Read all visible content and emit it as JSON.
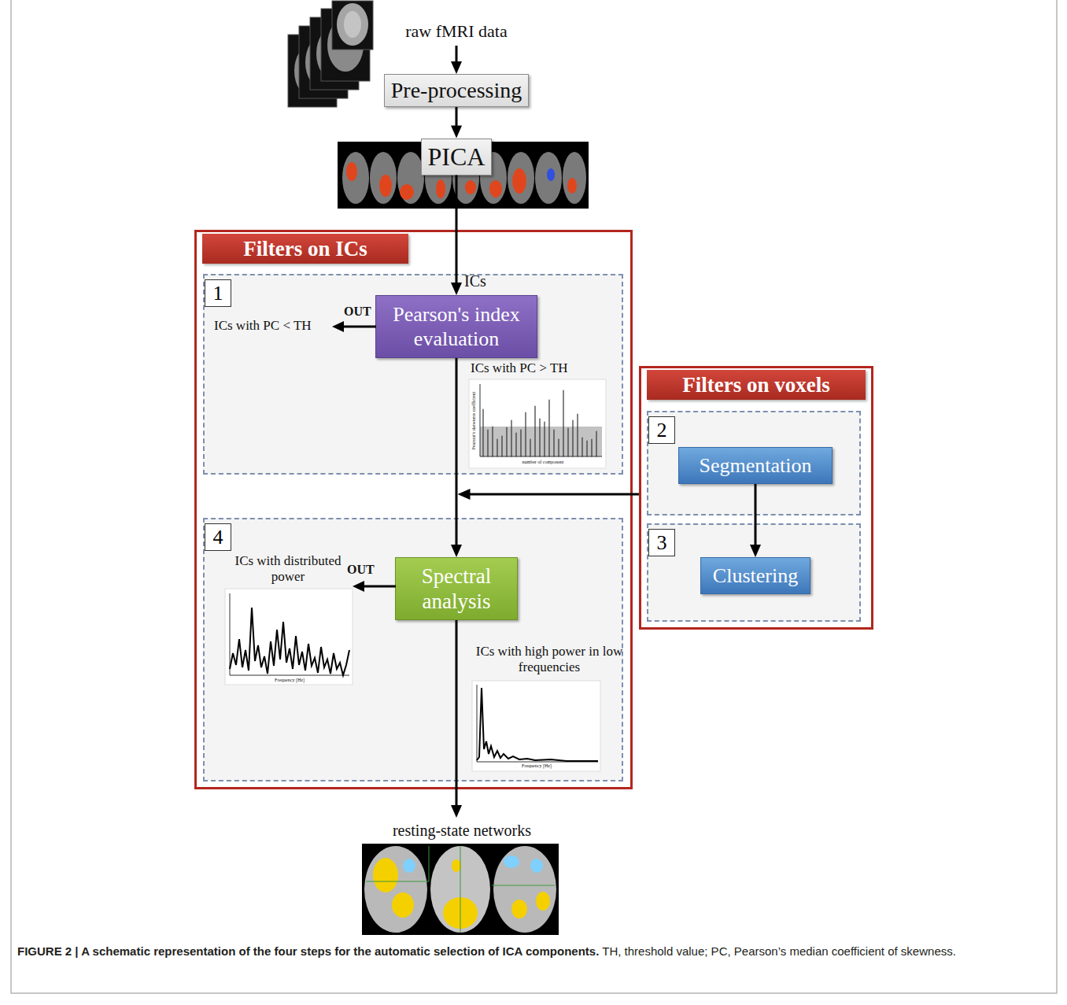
{
  "diagram": {
    "caption": "FIGURE 2 | A schematic representation of the four steps for the automatic selection of ICA components. TH, threshold value; PC, Pearson’s median coefficient of skewness.",
    "nodes": [
      {
        "text": [
          "raw fMRI data"
        ]
      },
      {
        "text": [
          "Pre-processing"
        ]
      },
      {
        "text": [
          "PICA"
        ]
      },
      {
        "text": [
          "Filters on ICs"
        ]
      },
      {
        "text": [
          "1"
        ],
        "in": 3
      },
      {
        "text": [
          "Pearson's index evaluation"
        ],
        "in": 4
      },
      {
        "text": [
          "4"
        ],
        "in": 3
      },
      {
        "text": [
          "Spectral analysis"
        ],
        "in": 6
      },
      {
        "text": [
          "Filters on voxels"
        ]
      },
      {
        "text": [
          "2"
        ],
        "in": 8
      },
      {
        "text": [
          "Segmentation"
        ],
        "in": 9
      },
      {
        "text": [
          "3"
        ],
        "in": 8
      },
      {
        "text": [
          "Clustering"
        ],
        "in": 11
      },
      {
        "text": [
          "resting-state networks"
        ]
      }
    ],
    "edges": [
      {
        "from": 0,
        "to": 1,
        "arrow": "to"
      },
      {
        "from": 1,
        "to": 2,
        "arrow": "to"
      },
      {
        "from": 2,
        "to": 5,
        "arrow": "to"
      },
      {
        "from": 5,
        "to": 7,
        "arrow": "to"
      },
      {
        "from": 8,
        "to": 7,
        "arrow": "to"
      },
      {
        "from": 10,
        "to": 12,
        "arrow": "to"
      },
      {
        "from": 7,
        "to": 13,
        "arrow": "to"
      }
    ],
    "labels": [
      "ICs",
      "OUT",
      "ICs with PC < TH",
      "ICs with PC > TH",
      "OUT",
      "ICs with distributed power",
      "ICs with high power in low frequencies",
      "number of component",
      "Pearson's skewness coefficient",
      "Frequency [Hz]",
      "Frequency [Hz]"
    ]
  }
}
